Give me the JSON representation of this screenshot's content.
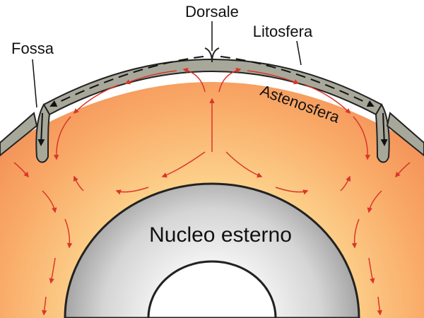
{
  "labels": {
    "ridge": "Dorsale",
    "lithosphere": "Litosfera",
    "trench": "Fossa",
    "asthenosphere": "Astenosfera",
    "outer_core": "Nucleo esterno"
  },
  "colors": {
    "mantle_outer": "#f08a52",
    "mantle_inner": "#fbc27a",
    "lithosphere_plate": "#a8a89a",
    "outer_core_gray": "#a0a0a0",
    "outer_core_light": "#e6e6e6",
    "convection_arrow": "#d9362b",
    "plate_arrow": "#111111"
  },
  "icons": {
    "ridge_marker": "ridge-marker-icon",
    "trench_marker": "trench-marker-icon"
  }
}
